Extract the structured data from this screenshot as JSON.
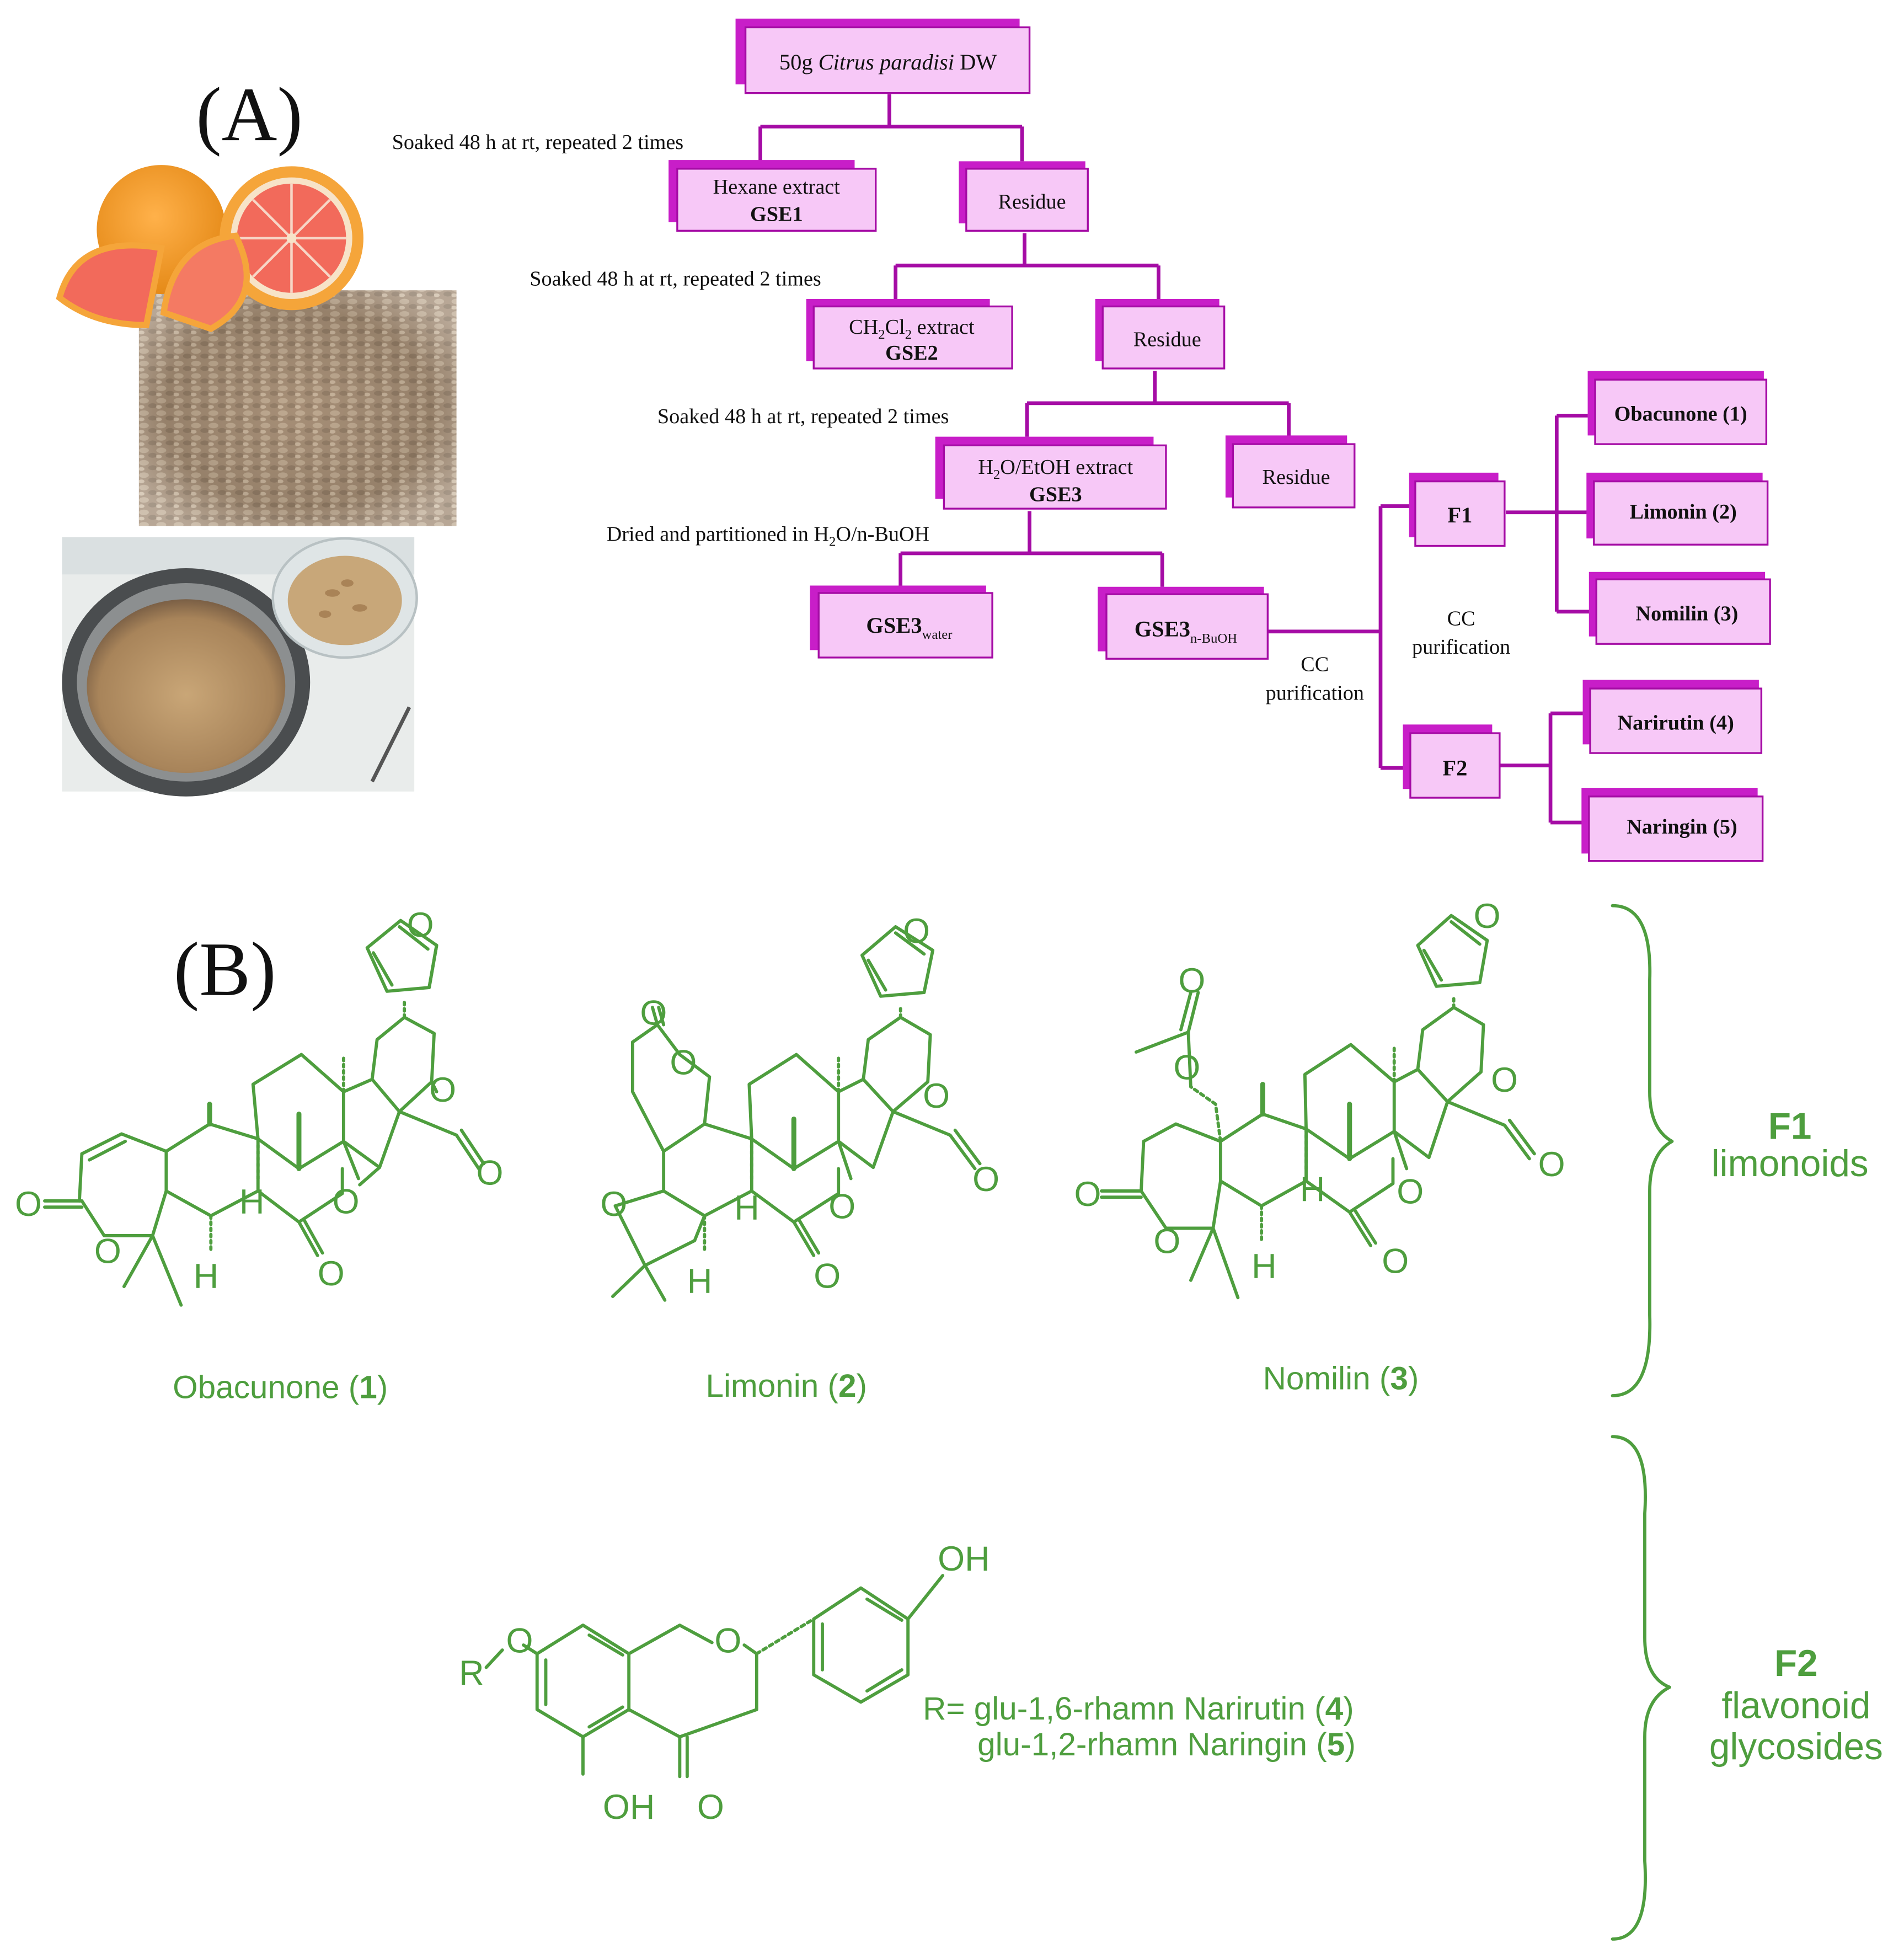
{
  "panel_labels": {
    "a": "(A)",
    "b": "(B)"
  },
  "flowchart": {
    "start": {
      "prefix": "50g ",
      "italic": "Citrus paradisi",
      "suffix": " DW"
    },
    "step1_label": "Soaked 48 h at rt, repeated 2 times",
    "hexane": {
      "line1": "Hexane extract",
      "line2": "GSE1"
    },
    "residue1": "Residue",
    "step2_label": "Soaked 48 h at rt, repeated 2 times",
    "ch2cl2": {
      "part1": "CH",
      "sub1": "2",
      "part2": "Cl",
      "sub2": "2",
      "part3": " extract",
      "line2": "GSE2"
    },
    "residue2": "Residue",
    "step3_label": "Soaked 48 h at rt, repeated 2 times",
    "h2oetoh": {
      "part1": "H",
      "sub1": "2",
      "part2": "O/EtOH extract",
      "line2": "GSE3"
    },
    "residue3": "Residue",
    "step4_label": {
      "part1": "Dried and partitioned in H",
      "sub1": "2",
      "part2": "O/n-BuOH"
    },
    "gse3_water": {
      "main": "GSE3",
      "sub": "water"
    },
    "gse3_nbuoh": {
      "main": "GSE3",
      "sub": "n-BuOH"
    },
    "cc1": {
      "line1": "CC",
      "line2": "purification"
    },
    "cc2": {
      "line1": "CC",
      "line2": "purification"
    },
    "f1": "F1",
    "f2": "F2",
    "compounds_f1": [
      "Obacunone (1)",
      "Limonin (2)",
      "Nomilin (3)"
    ],
    "compounds_f2": [
      "Narirutin (4)",
      "Naringin (5)"
    ]
  },
  "structures": {
    "names": [
      {
        "name": "Obacunone ",
        "num": "1"
      },
      {
        "name": "Limonin ",
        "num": "2"
      },
      {
        "name": "Nomilin ",
        "num": "3"
      }
    ],
    "atoms": {
      "O": "O",
      "H": "H",
      "OH": "OH",
      "R": "R"
    },
    "flavonoid_r": {
      "prefix": "R= ",
      "line1": "glu-1,6-rhamn Narirutin ",
      "num1": "4",
      "line2": "glu-1,2-rhamn Naringin ",
      "num2": "5"
    }
  },
  "brackets": {
    "f1": {
      "title": "F1",
      "subtitle": "limonoids"
    },
    "f2": {
      "title": "F2",
      "subtitle1": "flavonoid",
      "subtitle2": "glycosides"
    }
  },
  "colors": {
    "box_fill": "#f7c8f7",
    "box_shadow": "#c81ec8",
    "connector": "#a50ca5",
    "chemistry_green": "#4e9e3e",
    "text": "#111111"
  },
  "photos": {
    "top": "grapefruit halves and slices on a pile of dried seeds",
    "bottom": "ground seed powder in a metal grinder bowl with seeds in a glass dish"
  }
}
